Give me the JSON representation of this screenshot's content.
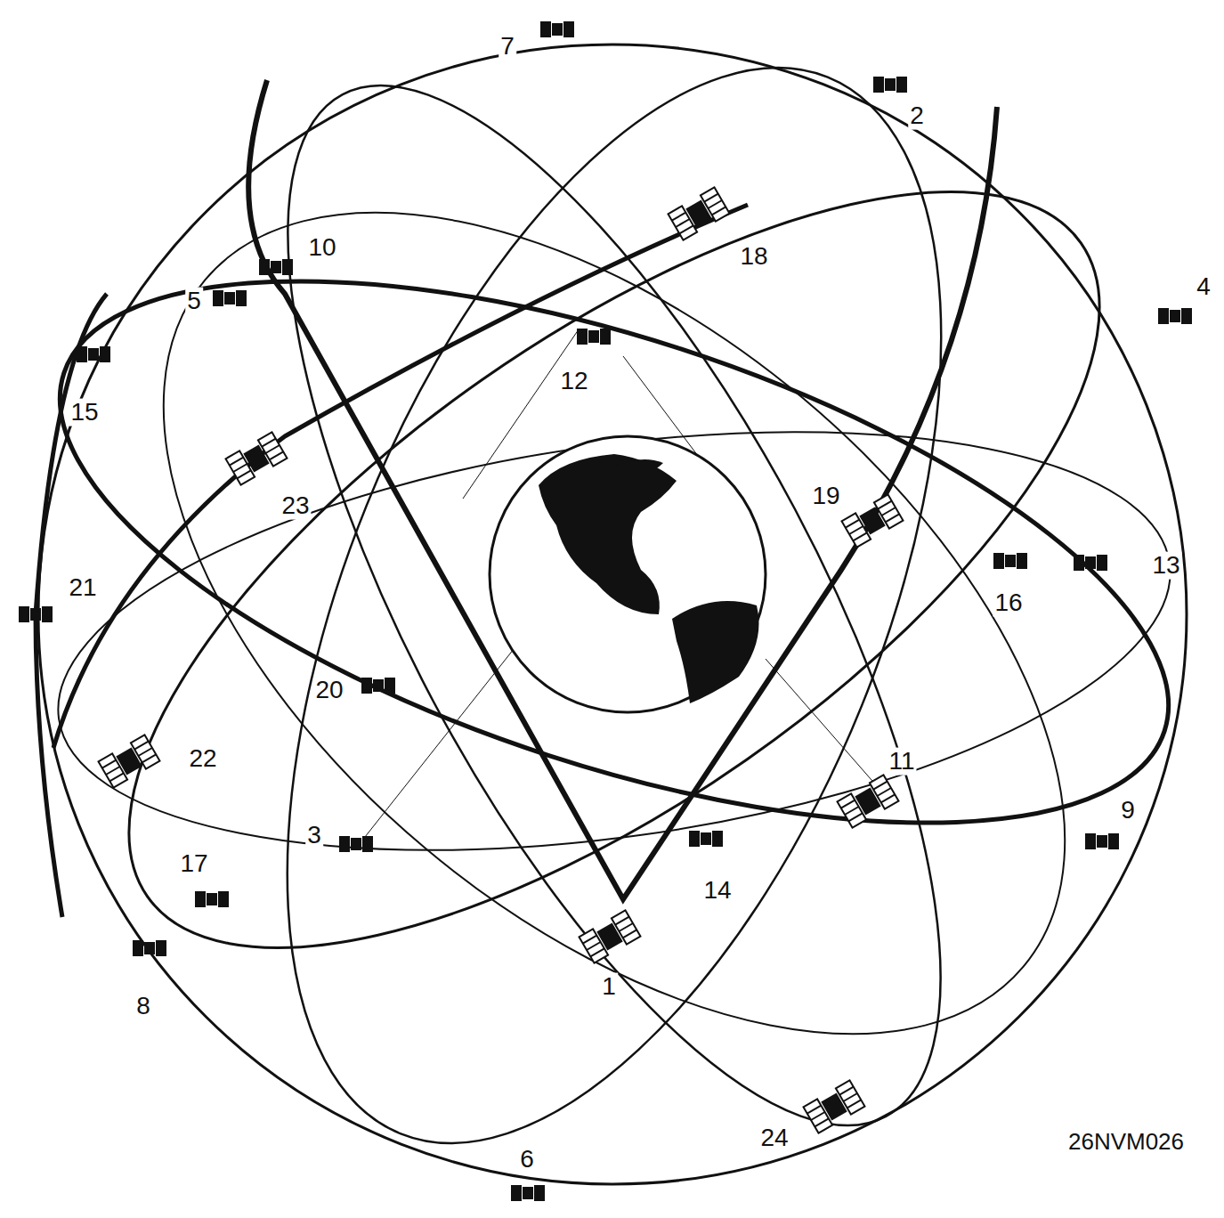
{
  "diagram": {
    "labels": [
      "7",
      "2",
      "10",
      "18",
      "4",
      "5",
      "12",
      "15",
      "23",
      "19",
      "13",
      "16",
      "21",
      "20",
      "22",
      "11",
      "9",
      "3",
      "17",
      "14",
      "1",
      "8",
      "24",
      "6",
      "26NVM026"
    ]
  }
}
